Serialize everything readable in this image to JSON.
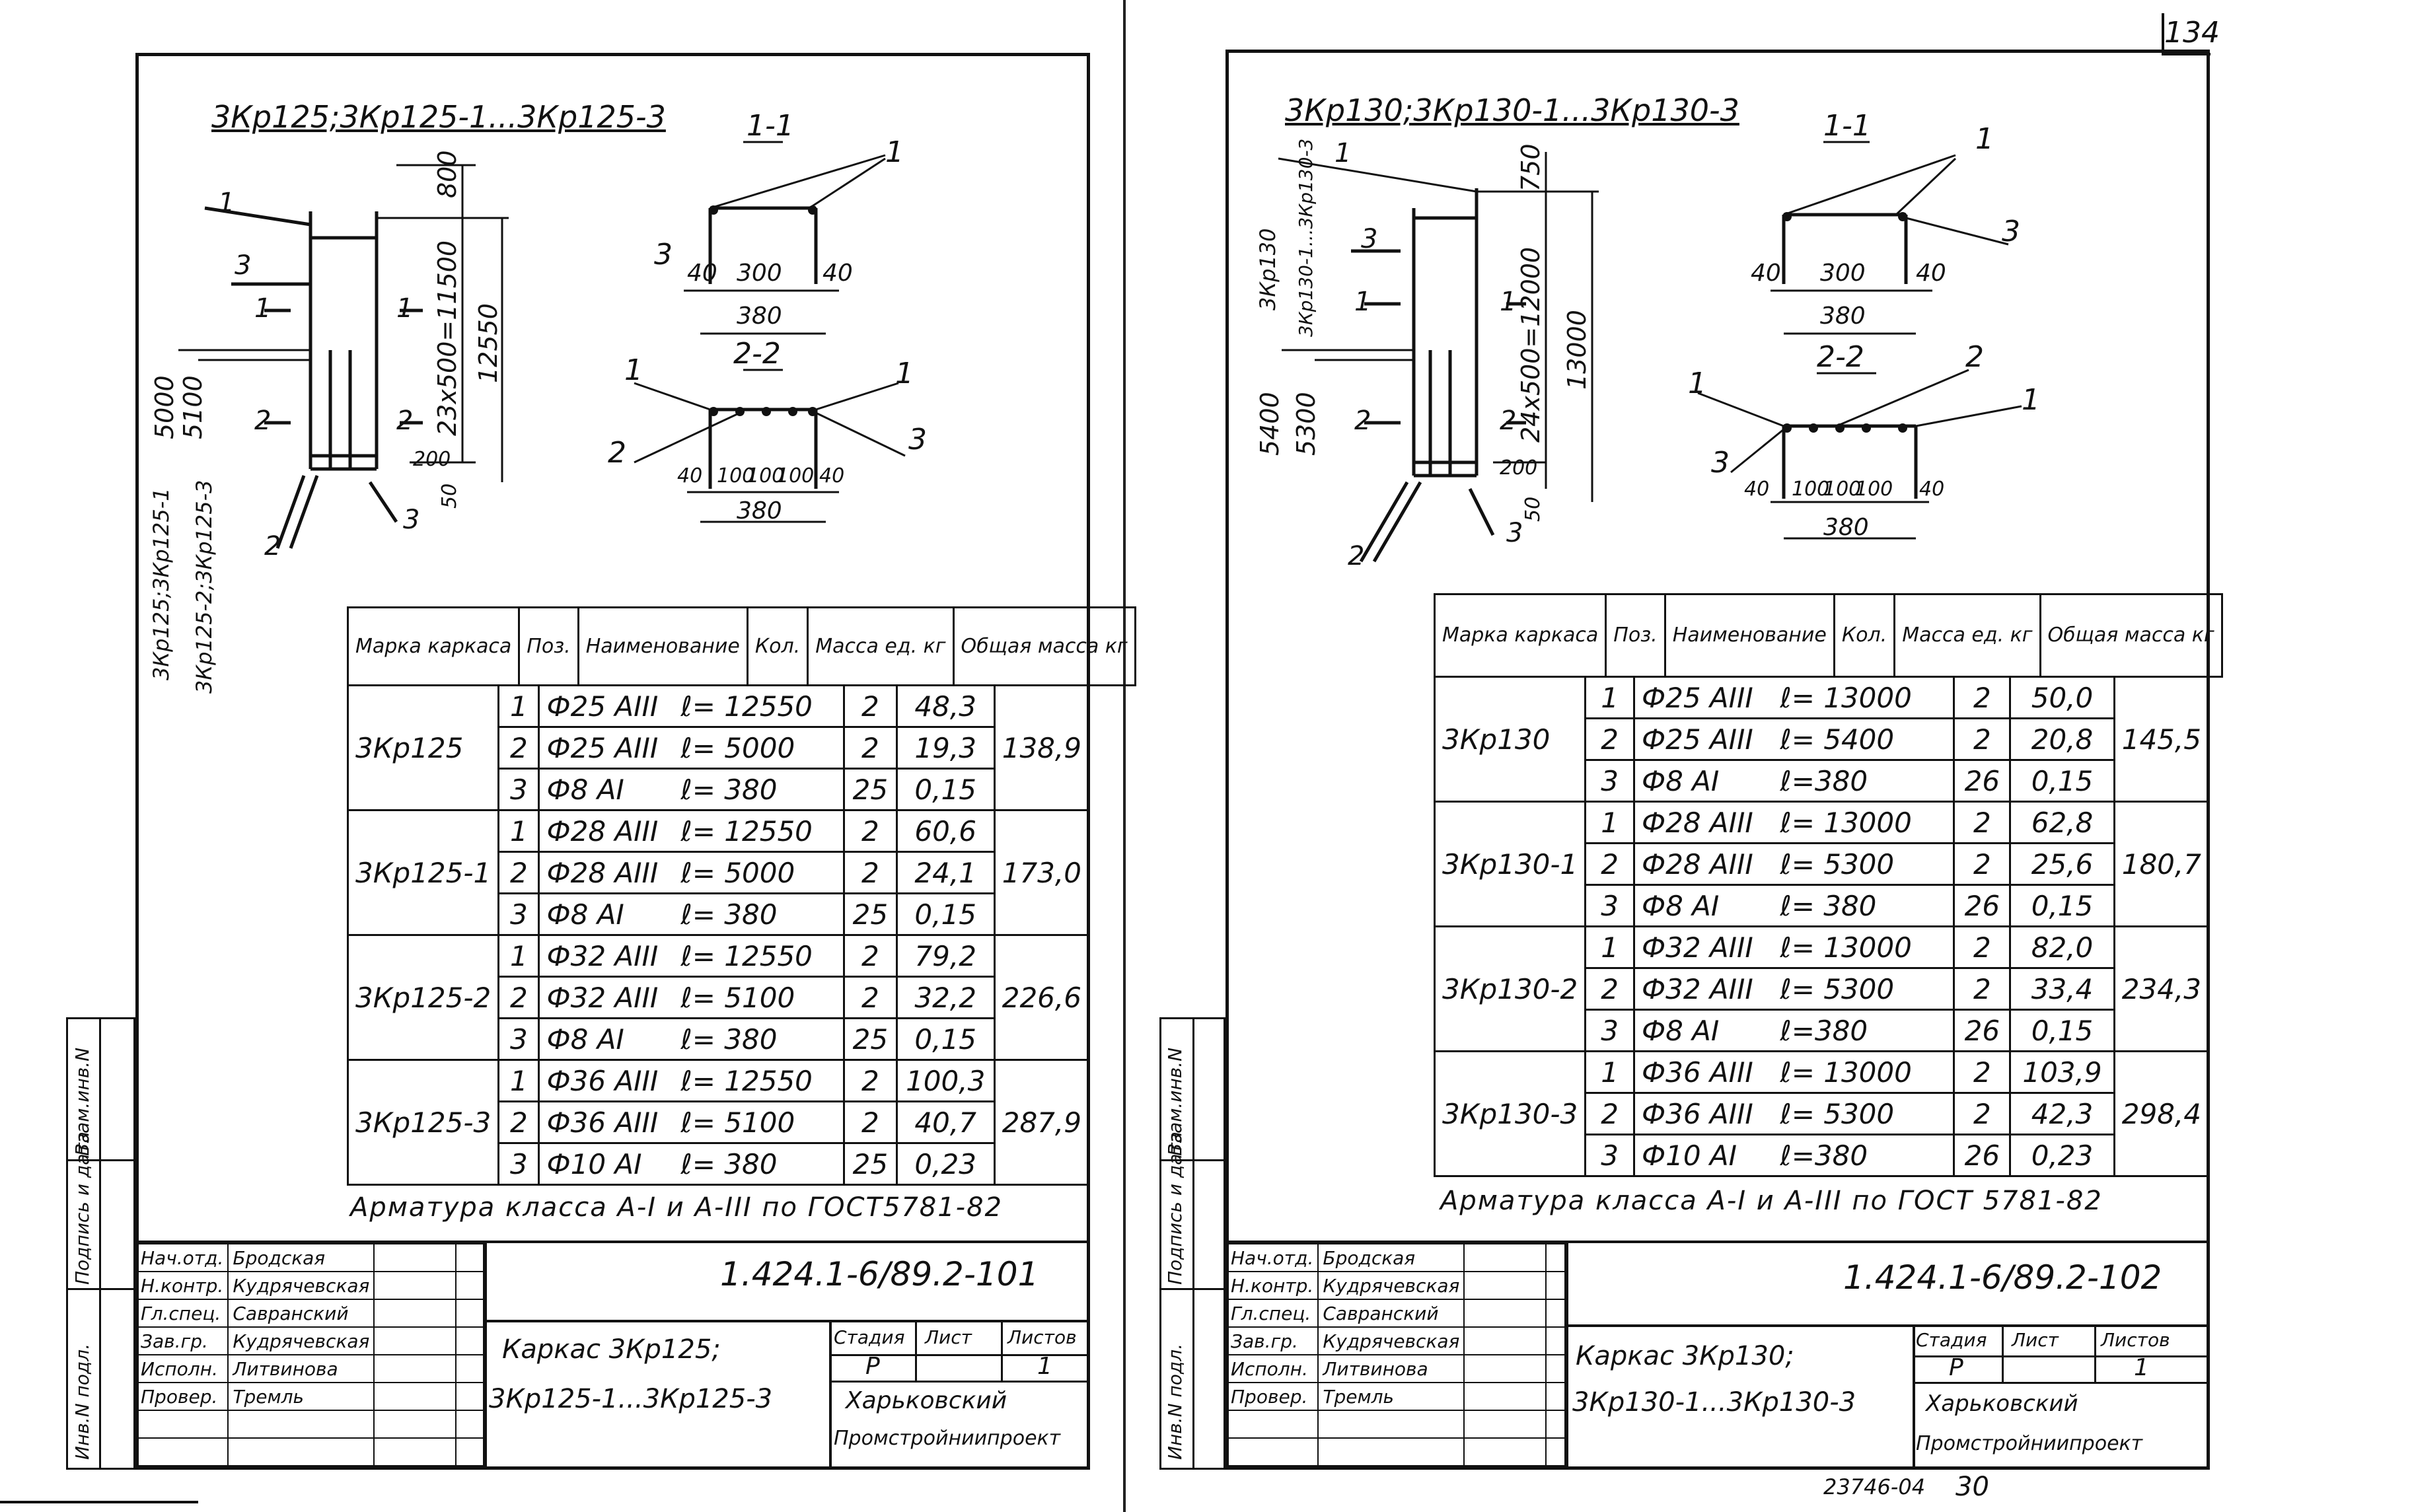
{
  "page_number": "134",
  "footer_note": "23746-04",
  "footer_page": "30",
  "side_labels": [
    "Инв.N подл.",
    "Подпись и дата",
    "Взам.инв.N"
  ],
  "sheets": [
    {
      "title": "3Кр125;3Кр125-1...3Кр125-3",
      "section1": "1-1",
      "section2": "2-2",
      "side_marks": [
        "3Кр125;3Кр125-1",
        "3Кр125-2;3Кр125-3"
      ],
      "dims_vert": [
        "800",
        "23х500=11500",
        "12550",
        "5000",
        "5100",
        "200",
        "50"
      ],
      "dims_s1": [
        "40",
        "300",
        "40",
        "380"
      ],
      "dims_s2": [
        "40",
        "100",
        "100",
        "100",
        "40",
        "380"
      ],
      "pos_labels": [
        "1",
        "2",
        "3"
      ],
      "headers": [
        "Марка каркаса",
        "Поз.",
        "Наименование",
        "Кол.",
        "Масса ед. кг",
        "Общая масса кг"
      ],
      "groups": [
        {
          "mark": "3Кр125",
          "total": "138,9",
          "rows": [
            {
              "pos": "1",
              "bar": "Ф25 АIII",
              "len": "ℓ= 12550",
              "qty": "2",
              "mass": "48,3"
            },
            {
              "pos": "2",
              "bar": "Ф25 АIII",
              "len": "ℓ= 5000",
              "qty": "2",
              "mass": "19,3"
            },
            {
              "pos": "3",
              "bar": "Ф8 АI",
              "len": "ℓ= 380",
              "qty": "25",
              "mass": "0,15"
            }
          ]
        },
        {
          "mark": "3Кр125-1",
          "total": "173,0",
          "rows": [
            {
              "pos": "1",
              "bar": "Ф28 АIII",
              "len": "ℓ= 12550",
              "qty": "2",
              "mass": "60,6"
            },
            {
              "pos": "2",
              "bar": "Ф28 АIII",
              "len": "ℓ= 5000",
              "qty": "2",
              "mass": "24,1"
            },
            {
              "pos": "3",
              "bar": "Ф8 АI",
              "len": "ℓ= 380",
              "qty": "25",
              "mass": "0,15"
            }
          ]
        },
        {
          "mark": "3Кр125-2",
          "total": "226,6",
          "rows": [
            {
              "pos": "1",
              "bar": "Ф32 АIII",
              "len": "ℓ= 12550",
              "qty": "2",
              "mass": "79,2"
            },
            {
              "pos": "2",
              "bar": "Ф32 АIII",
              "len": "ℓ= 5100",
              "qty": "2",
              "mass": "32,2"
            },
            {
              "pos": "3",
              "bar": "Ф8 АI",
              "len": "ℓ= 380",
              "qty": "25",
              "mass": "0,15"
            }
          ]
        },
        {
          "mark": "3Кр125-3",
          "total": "287,9",
          "rows": [
            {
              "pos": "1",
              "bar": "Ф36 АIII",
              "len": "ℓ= 12550",
              "qty": "2",
              "mass": "100,3"
            },
            {
              "pos": "2",
              "bar": "Ф36 АIII",
              "len": "ℓ= 5100",
              "qty": "2",
              "mass": "40,7"
            },
            {
              "pos": "3",
              "bar": "Ф10 АI",
              "len": "ℓ= 380",
              "qty": "25",
              "mass": "0,23"
            }
          ]
        }
      ],
      "note": "Арматура класса А-I и А-III по ГОСТ5781-82",
      "doc_code": "1.424.1-6/89.2-101",
      "stamp_roles": [
        "Нач.отд.",
        "Н.контр.",
        "Гл.спец.",
        "Зав.гр.",
        "Исполн.",
        "Провер."
      ],
      "stamp_names": [
        "Бродская",
        "Кудрячевская",
        "Савранский",
        "Кудрячевская",
        "Литвинова",
        "Тремль"
      ],
      "doc_name_1": "Каркас 3Кр125;",
      "doc_name_2": "3Кр125-1...3Кр125-3",
      "stage_label": "Стадия",
      "sheet_label": "Лист",
      "sheets_label": "Листов",
      "stage": "Р",
      "sheet_no": "",
      "sheets_total": "1",
      "org_1": "Харьковский",
      "org_2": "Промстройниипроект"
    },
    {
      "title": "3Кр130;3Кр130-1...3Кр130-3",
      "section1": "1-1",
      "section2": "2-2",
      "side_marks": [
        "3Кр130",
        "3Кр130-1...3Кр130-3"
      ],
      "dims_vert": [
        "750",
        "24х500=12000",
        "13000",
        "5400",
        "5300",
        "200",
        "50"
      ],
      "dims_s1": [
        "40",
        "300",
        "40",
        "380"
      ],
      "dims_s2": [
        "40",
        "100",
        "100",
        "100",
        "40",
        "380"
      ],
      "pos_labels": [
        "1",
        "2",
        "3"
      ],
      "headers": [
        "Марка каркаса",
        "Поз.",
        "Наименование",
        "Кол.",
        "Масса ед. кг",
        "Общая масса кг"
      ],
      "groups": [
        {
          "mark": "3Кр130",
          "total": "145,5",
          "rows": [
            {
              "pos": "1",
              "bar": "Ф25 АIII",
              "len": "ℓ= 13000",
              "qty": "2",
              "mass": "50,0"
            },
            {
              "pos": "2",
              "bar": "Ф25 АIII",
              "len": "ℓ= 5400",
              "qty": "2",
              "mass": "20,8"
            },
            {
              "pos": "3",
              "bar": "Ф8 АI",
              "len": "ℓ=380",
              "qty": "26",
              "mass": "0,15"
            }
          ]
        },
        {
          "mark": "3Кр130-1",
          "total": "180,7",
          "rows": [
            {
              "pos": "1",
              "bar": "Ф28 АIII",
              "len": "ℓ= 13000",
              "qty": "2",
              "mass": "62,8"
            },
            {
              "pos": "2",
              "bar": "Ф28 АIII",
              "len": "ℓ= 5300",
              "qty": "2",
              "mass": "25,6"
            },
            {
              "pos": "3",
              "bar": "Ф8 АI",
              "len": "ℓ= 380",
              "qty": "26",
              "mass": "0,15"
            }
          ]
        },
        {
          "mark": "3Кр130-2",
          "total": "234,3",
          "rows": [
            {
              "pos": "1",
              "bar": "Ф32 АIII",
              "len": "ℓ= 13000",
              "qty": "2",
              "mass": "82,0"
            },
            {
              "pos": "2",
              "bar": "Ф32 АIII",
              "len": "ℓ= 5300",
              "qty": "2",
              "mass": "33,4"
            },
            {
              "pos": "3",
              "bar": "Ф8 АI",
              "len": "ℓ=380",
              "qty": "26",
              "mass": "0,15"
            }
          ]
        },
        {
          "mark": "3Кр130-3",
          "total": "298,4",
          "rows": [
            {
              "pos": "1",
              "bar": "Ф36 АIII",
              "len": "ℓ= 13000",
              "qty": "2",
              "mass": "103,9"
            },
            {
              "pos": "2",
              "bar": "Ф36 АIII",
              "len": "ℓ= 5300",
              "qty": "2",
              "mass": "42,3"
            },
            {
              "pos": "3",
              "bar": "Ф10 АI",
              "len": "ℓ=380",
              "qty": "26",
              "mass": "0,23"
            }
          ]
        }
      ],
      "note": "Арматура класса А-I и А-III по ГОСТ 5781-82",
      "doc_code": "1.424.1-6/89.2-102",
      "stamp_roles": [
        "Нач.отд.",
        "Н.контр.",
        "Гл.спец.",
        "Зав.гр.",
        "Исполн.",
        "Провер."
      ],
      "stamp_names": [
        "Бродская",
        "Кудрячевская",
        "Савранский",
        "Кудрячевская",
        "Литвинова",
        "Тремль"
      ],
      "doc_name_1": "Каркас 3Кр130;",
      "doc_name_2": "3Кр130-1...3Кр130-3",
      "stage_label": "Стадия",
      "sheet_label": "Лист",
      "sheets_label": "Листов",
      "stage": "Р",
      "sheet_no": "",
      "sheets_total": "1",
      "org_1": "Харьковский",
      "org_2": "Промстройниипроект"
    }
  ]
}
